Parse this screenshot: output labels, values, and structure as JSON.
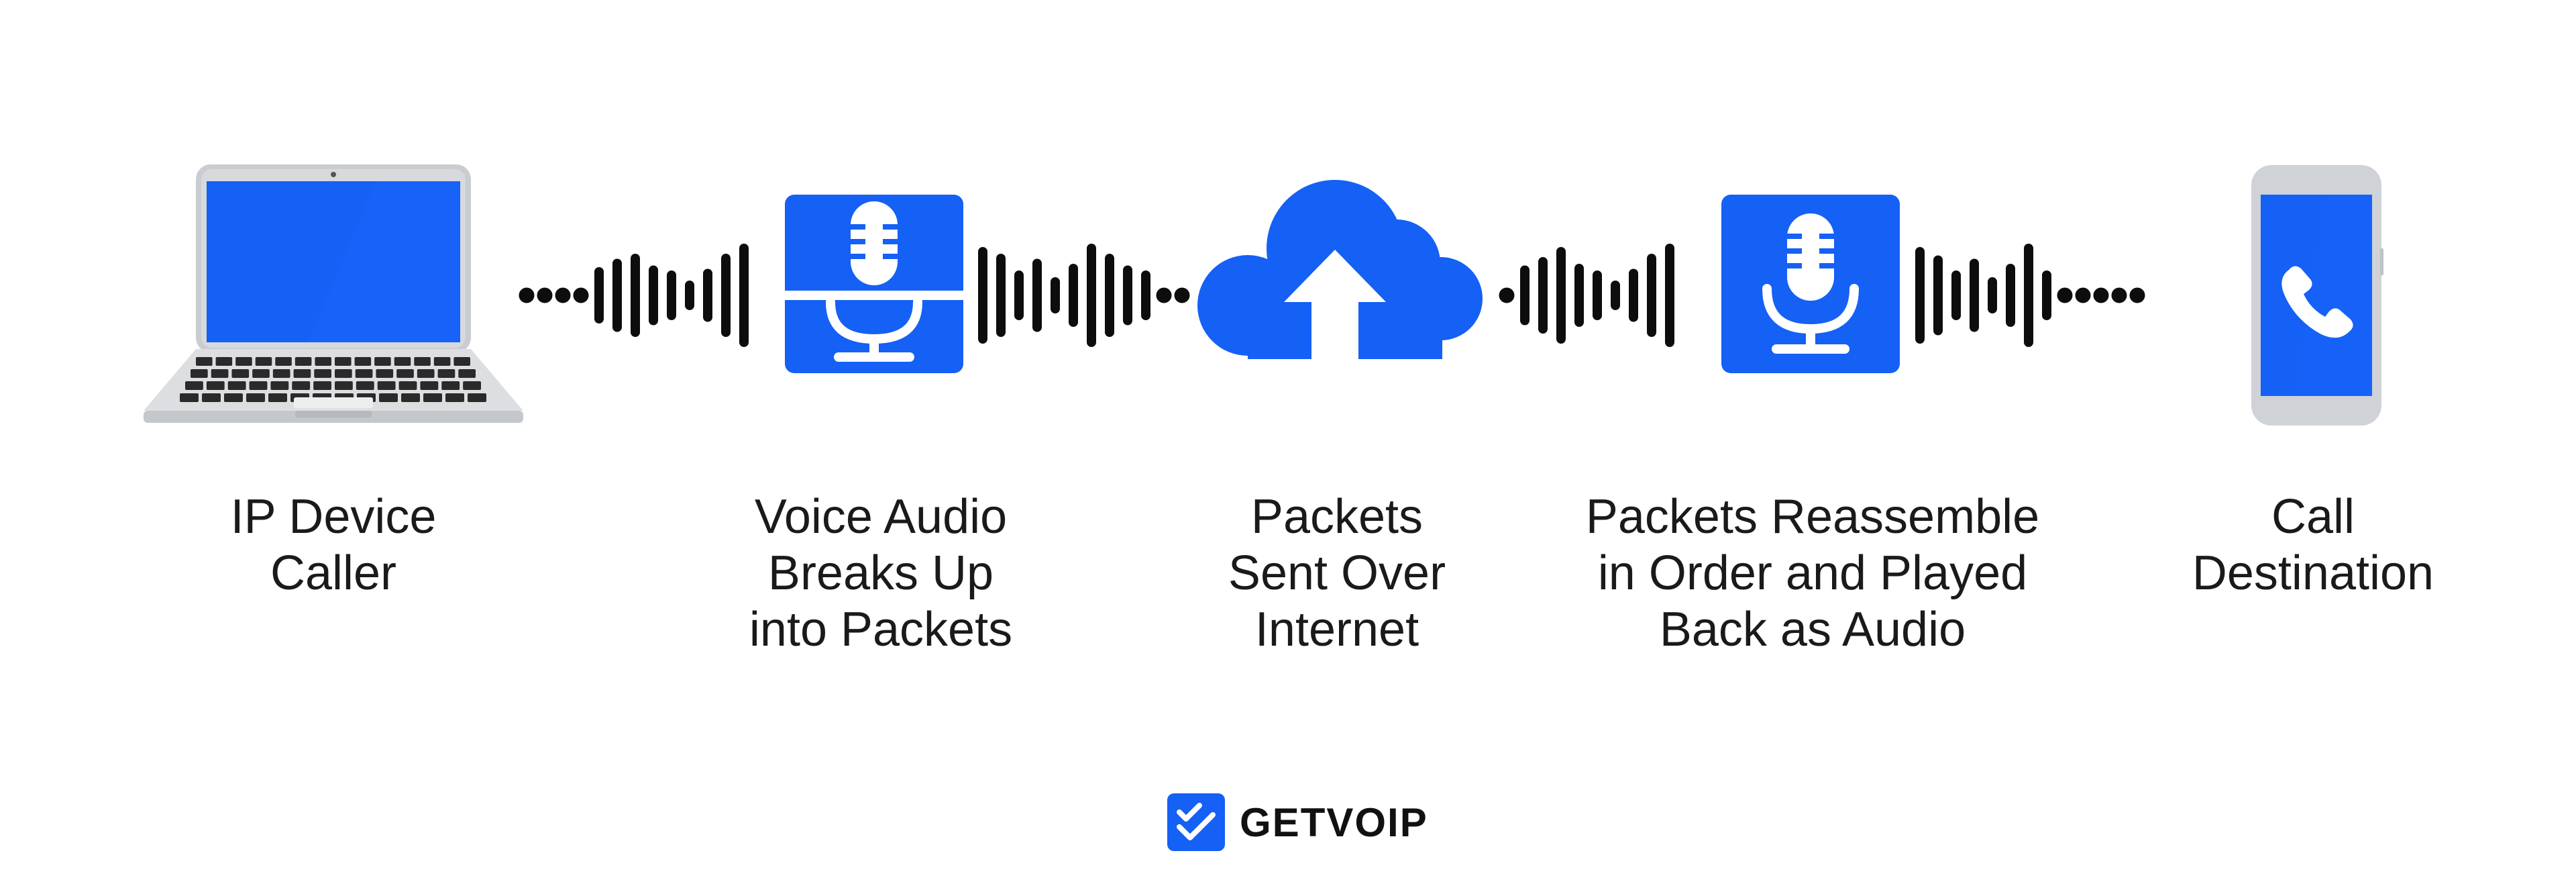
{
  "steps": [
    {
      "id": "ip-device-caller",
      "icon": "laptop-icon",
      "lines": [
        "IP Device",
        "Caller"
      ]
    },
    {
      "id": "voice-audio",
      "icon": "microphone-packets-icon",
      "lines": [
        "Voice Audio",
        "Breaks Up",
        "into Packets"
      ]
    },
    {
      "id": "packets-sent",
      "icon": "cloud-upload-icon",
      "lines": [
        "Packets",
        "Sent Over",
        "Internet"
      ]
    },
    {
      "id": "packets-reassemble",
      "icon": "microphone-icon",
      "lines": [
        "Packets Reassemble",
        "in Order and Played",
        "Back as Audio"
      ]
    },
    {
      "id": "call-destination",
      "icon": "phone-icon",
      "lines": [
        "Call",
        "Destination"
      ]
    }
  ],
  "connectors": [
    {
      "id": "wave-1",
      "icon": "sound-wave-icon"
    },
    {
      "id": "wave-2",
      "icon": "sound-wave-icon"
    },
    {
      "id": "wave-3",
      "icon": "sound-wave-icon"
    },
    {
      "id": "wave-4",
      "icon": "sound-wave-icon"
    }
  ],
  "brand": {
    "name": "GETVOIP",
    "icon": "checkmark-logo-icon"
  },
  "colors": {
    "accent": "#1560F5",
    "wave": "#0d0d0d",
    "device_gray": "#cfd2d6",
    "text": "#1a1a1a"
  }
}
